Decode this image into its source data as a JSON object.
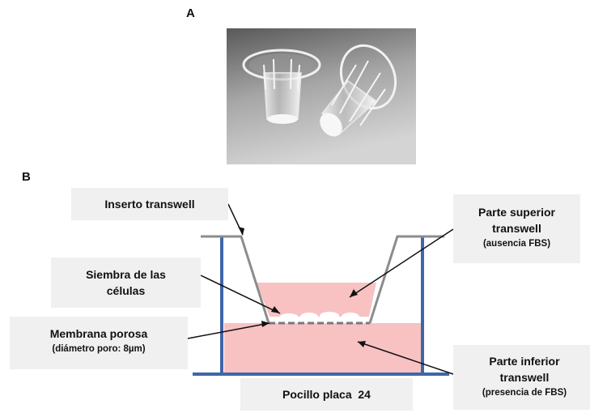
{
  "panels": {
    "a": "A",
    "b": "B"
  },
  "labels": {
    "inserto": "Inserto transwell",
    "siembra_line1": "Siembra de las",
    "siembra_line2": "células",
    "membrana_main": "Membrana porosa",
    "membrana_sub": "(diámetro poro: 8µm)",
    "superior_line1": "Parte superior",
    "superior_line2": "transwell",
    "superior_sub": "(ausencia FBS)",
    "inferior_line1": "Parte inferior",
    "inferior_line2": "transwell",
    "inferior_sub": "(presencia de FBS)",
    "pocillo": "Pocillo placa  24"
  },
  "colors": {
    "well_wall": "#3f66a8",
    "insert_wall": "#8c8c8c",
    "medium_pink": "#f8c2c2",
    "cells": "#ffffff",
    "label_bg": "#f0f0f0"
  }
}
